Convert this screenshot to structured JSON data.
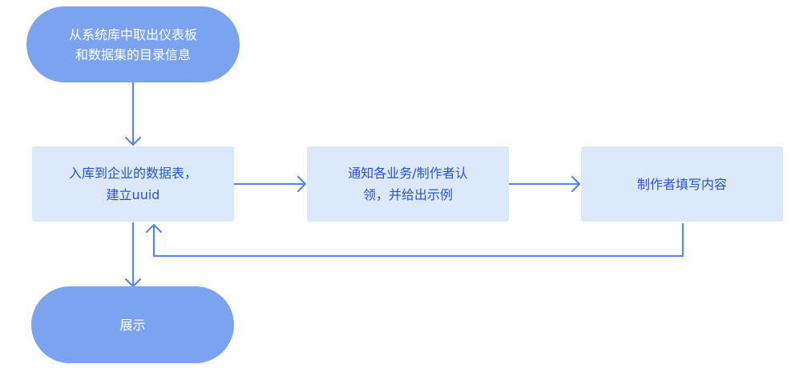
{
  "flowchart": {
    "nodes": {
      "start": {
        "label": "从系统库中取出仪表板\n和数据集的目录信息"
      },
      "store": {
        "label": "入库到企业的数据表，\n建立uuid"
      },
      "notify": {
        "label": "通知各业务/制作者认\n领，并给出示例"
      },
      "fill": {
        "label": "制作者填写内容"
      },
      "show": {
        "label": "展示"
      }
    },
    "colors": {
      "terminal_fill": "#7ba3f0",
      "process_fill": "#dce8fb",
      "process_text": "#2c55c8",
      "terminal_text": "#ffffff",
      "arrow": "#5b86e5"
    }
  }
}
